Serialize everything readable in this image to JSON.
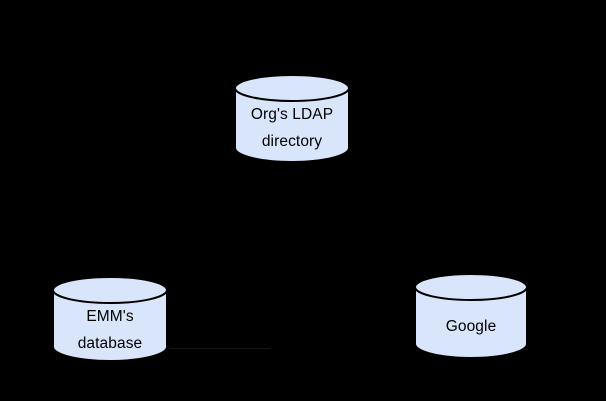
{
  "diagram": {
    "type": "database-topology-diagram",
    "background_color": "#000000",
    "nodes": [
      {
        "id": "ldap",
        "shape": "database-cylinder",
        "lines": [
          "Org's LDAP",
          "directory"
        ]
      },
      {
        "id": "emm",
        "shape": "database-cylinder",
        "lines": [
          "EMM's",
          "database"
        ]
      },
      {
        "id": "google",
        "shape": "database-cylinder",
        "lines": [
          "Google"
        ]
      }
    ],
    "connectors": [
      {
        "from": "emm",
        "to": "google",
        "style": "faint-horizontal-line-trace",
        "color": "#161616"
      }
    ],
    "colors": {
      "background": "#000000",
      "cylinder_fill": "#d9e5fa",
      "cylinder_stroke": "#000000",
      "label_text": "#000000"
    }
  }
}
